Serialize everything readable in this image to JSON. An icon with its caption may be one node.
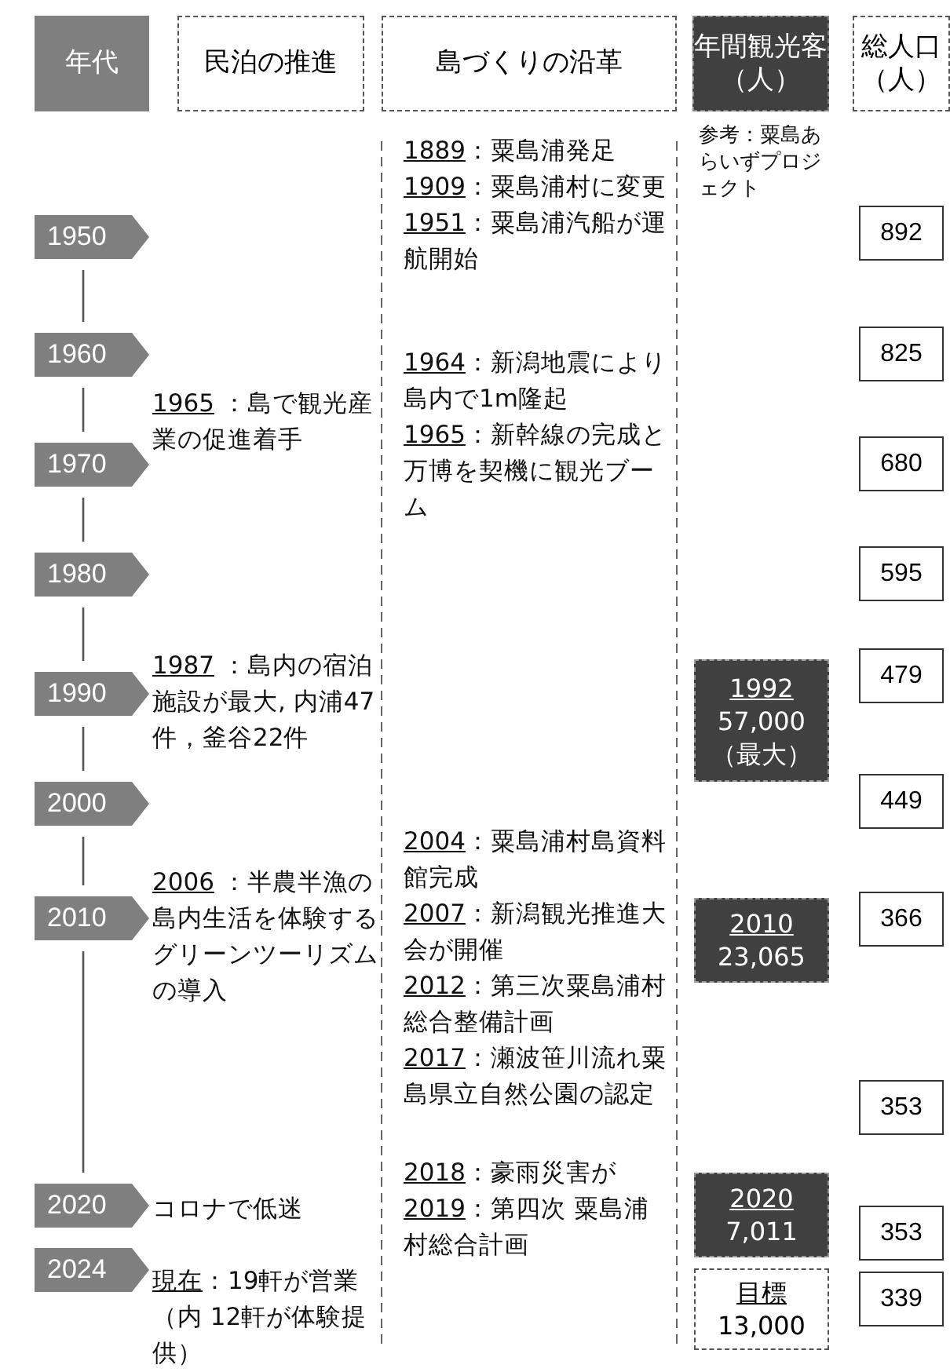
{
  "diagram": {
    "nodes": [
      {
        "text": [
          "年代"
        ]
      },
      {
        "text": [
          "民泊の推進"
        ]
      },
      {
        "text": [
          "島づくりの沿革"
        ]
      },
      {
        "text": [
          "年間観光客（人）"
        ]
      },
      {
        "text": [
          "総人口（人）"
        ]
      },
      {
        "text": [
          "1950"
        ]
      },
      {
        "text": [
          "1960"
        ]
      },
      {
        "text": [
          "1970"
        ]
      },
      {
        "text": [
          "1980"
        ]
      },
      {
        "text": [
          "1990"
        ]
      },
      {
        "text": [
          "2000"
        ]
      },
      {
        "text": [
          "2010"
        ]
      },
      {
        "text": [
          "2020"
        ]
      },
      {
        "text": [
          "2024"
        ]
      },
      {
        "text": [
          "1992",
          "57,000",
          "（最大）"
        ]
      },
      {
        "text": [
          "2010",
          "23,065"
        ]
      },
      {
        "text": [
          "2020",
          "7,011"
        ]
      },
      {
        "text": [
          "目標",
          "13,000"
        ]
      },
      {
        "text": [
          "892"
        ]
      },
      {
        "text": [
          "825"
        ]
      },
      {
        "text": [
          "680"
        ]
      },
      {
        "text": [
          "595"
        ]
      },
      {
        "text": [
          "479"
        ]
      },
      {
        "text": [
          "449"
        ]
      },
      {
        "text": [
          "366"
        ]
      },
      {
        "text": [
          "353"
        ]
      },
      {
        "text": [
          "353"
        ]
      },
      {
        "text": [
          "339"
        ]
      }
    ],
    "edges": [
      {
        "from": 5,
        "to": 6,
        "arrow": "none"
      },
      {
        "from": 6,
        "to": 7,
        "arrow": "none"
      },
      {
        "from": 7,
        "to": 8,
        "arrow": "none"
      },
      {
        "from": 8,
        "to": 9,
        "arrow": "none"
      },
      {
        "from": 9,
        "to": 10,
        "arrow": "none"
      },
      {
        "from": 10,
        "to": 11,
        "arrow": "none"
      },
      {
        "from": 11,
        "to": 12,
        "arrow": "none"
      }
    ],
    "labels": [
      "参考：粟島あらいずプロジェクト",
      "1889：粟島浦発足",
      "1909：粟島浦村に変更",
      "1951：粟島浦汽船が運航開始",
      "1965 ：島で観光産業の促進着手",
      "1964：新潟地震により島内で1m隆起",
      "1965：新幹線の完成と万博を契機に観光ブーム",
      "1987 ：島内の宿泊施設が最大, 内浦47件，釜谷22件",
      "2004：粟島浦村島資料館完成",
      "2006 ：半農半漁の島内生活を体験するグリーンツーリズムの導入",
      "2007：新潟観光推進大会が開催",
      "2012：第三次粟島浦村総合整備計画",
      "2017：瀬波笹川流れ粟島県立自然公園の認定",
      "2018：豪雨災害が",
      "2019：第四次 粟島浦村総合計画",
      "コロナで低迷",
      "現在：19軒が営業（内 12軒が体験提供）"
    ]
  }
}
